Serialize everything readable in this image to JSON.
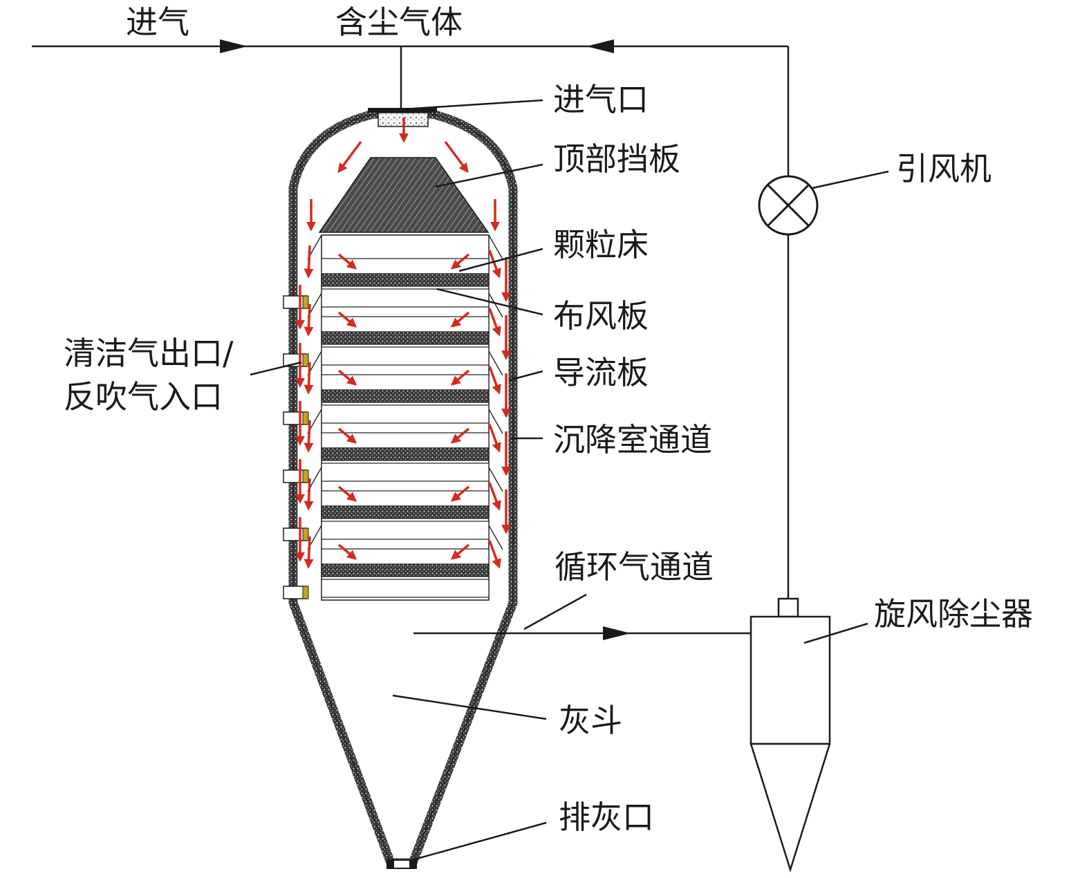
{
  "colors": {
    "line": "#1a1a1a",
    "flow_arrow": "#d42a20",
    "valve": "#c8a21e",
    "background": "#ffffff"
  },
  "flow": {
    "inlet_air": "进气",
    "dusty_gas": "含尘气体"
  },
  "labels": {
    "gas_inlet": "进气口",
    "top_baffle": "顶部挡板",
    "fan": "引风机",
    "granular_bed": "颗粒床",
    "distributor_plate": "布风板",
    "clean_outlet_line1": "清洁气出口/",
    "clean_outlet_line2": "反吹气入口",
    "guide_plate": "导流板",
    "settling_channel": "沉降室通道",
    "circulation_channel": "循环气通道",
    "cyclone": "旋风除尘器",
    "ash_hopper": "灰斗",
    "ash_outlet": "排灰口"
  },
  "icons": {
    "fan": "fan-cross-circle-icon"
  }
}
